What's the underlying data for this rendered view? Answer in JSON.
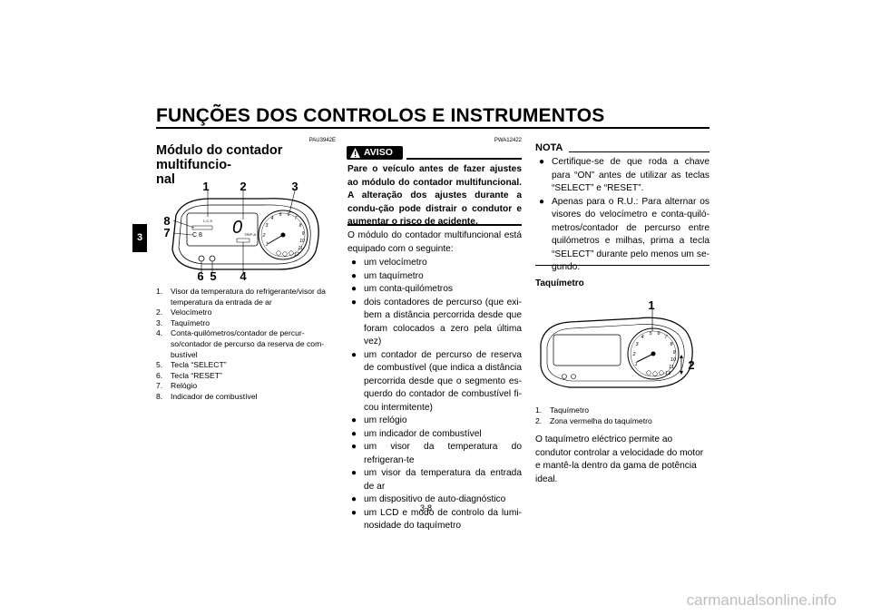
{
  "header": {
    "title": "FUNÇÕES DOS CONTROLOS E INSTRUMENTOS"
  },
  "chapter_tab": "3",
  "col1": {
    "code": "PAU3942E",
    "heading": "Módulo do contador multifuncio-\nnal",
    "figure_labels": [
      "1",
      "2",
      "3",
      "8",
      "7",
      "6",
      "5",
      "4"
    ],
    "captions": [
      {
        "num": "1.",
        "text": "Visor da temperatura do refrigerante/visor da temperatura da entrada de ar"
      },
      {
        "num": "2.",
        "text": "Velocímetro"
      },
      {
        "num": "3.",
        "text": "Taquímetro"
      },
      {
        "num": "4.",
        "text": "Conta-quilómetros/contador de percur-so/contador de percurso da reserva de com-bustível"
      },
      {
        "num": "5.",
        "text": "Tecla “SELECT”"
      },
      {
        "num": "6.",
        "text": "Tecla “RESET”"
      },
      {
        "num": "7.",
        "text": "Relógio"
      },
      {
        "num": "8.",
        "text": "Indicador de combustível"
      }
    ]
  },
  "col2": {
    "code": "PWA12422",
    "warning_label": "AVISO",
    "warning_text": "Pare o veículo antes de fazer ajustes ao módulo do contador multifuncional. A alteração dos ajustes durante a condu-ção pode distrair o condutor e aumentar o risco de acidente.",
    "intro": "O módulo do contador multifuncional está equipado com o seguinte:",
    "bullets": [
      "um velocímetro",
      "um taquímetro",
      "um conta-quilómetros",
      "dois contadores de percurso (que exi-bem a distância percorrida desde que foram colocados a zero pela última vez)",
      "um contador de percurso de reserva de combustível (que indica a distância percorrida desde que o segmento es-querdo do contador de combustível fi-cou intermitente)",
      "um relógio",
      "um indicador de combustível",
      "um visor da temperatura do refrigeran-te",
      "um visor da temperatura da entrada de ar",
      "um dispositivo de auto-diagnóstico",
      "um LCD e modo de controlo da lumi-nosidade do taquímetro"
    ],
    "page_number": "3-8"
  },
  "col3": {
    "note_label": "NOTA",
    "note_bullets": [
      "Certifique-se de que roda a chave para “ON” antes de utilizar as teclas “SELECT” e “RESET”.",
      "Apenas para o R.U.: Para alternar os visores do velocímetro e conta-quiló-metros/contador de percurso entre quilómetros e milhas, prima a tecla “SELECT” durante pelo menos um se-gundo."
    ],
    "subheading": "Taquímetro",
    "figure_labels": [
      "1",
      "2"
    ],
    "captions": [
      {
        "num": "1.",
        "text": "Taquímetro"
      },
      {
        "num": "2.",
        "text": "Zona vermelha do taquímetro"
      }
    ],
    "paragraph": "O taquímetro eléctrico permite ao condutor controlar a velocidade do motor e mantê-la dentro da gama de potência ideal."
  },
  "footer": {
    "watermark": "carmanualsonline.info"
  }
}
